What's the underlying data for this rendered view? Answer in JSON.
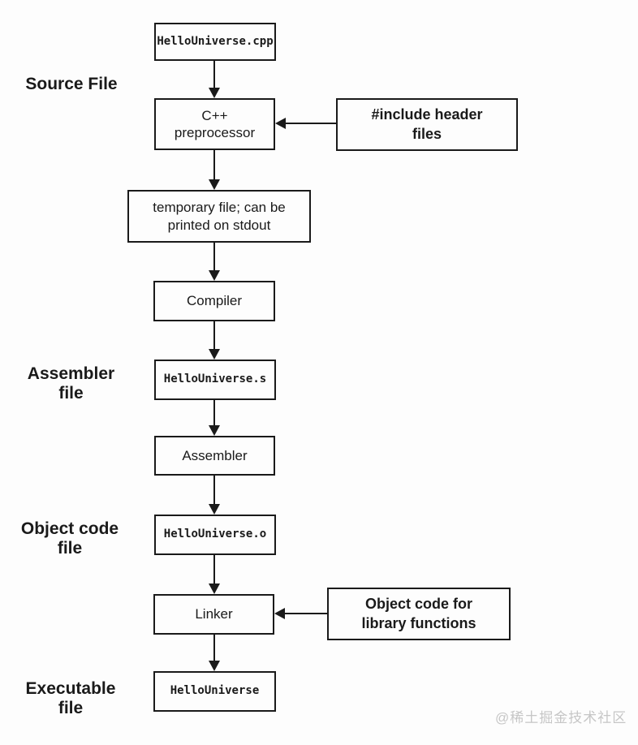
{
  "nodes": {
    "source_file": "HelloUniverse.cpp",
    "preprocessor": "C++\npreprocessor",
    "include_headers": "#include header\nfiles",
    "temp_file": "temporary file; can be\nprinted on stdout",
    "compiler": "Compiler",
    "assembly_file": "HelloUniverse.s",
    "assembler": "Assembler",
    "object_file": "HelloUniverse.o",
    "linker": "Linker",
    "object_code_library": "Object code for\nlibrary functions",
    "executable": "HelloUniverse"
  },
  "side_labels": {
    "source": "Source File",
    "assembler": "Assembler\nfile",
    "object_code": "Object code\nfile",
    "executable": "Executable\nfile"
  },
  "watermark": "@稀土掘金技术社区",
  "colors": {
    "border": "#1a1a1a",
    "text": "#1a1a1a",
    "watermark": "#c6c6c6",
    "background": "#fdfdfd"
  }
}
